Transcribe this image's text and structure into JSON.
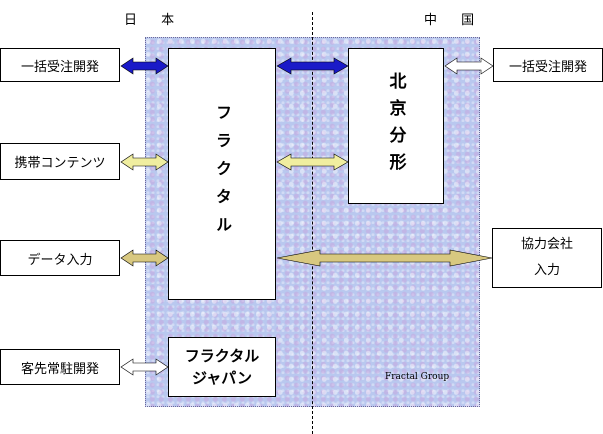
{
  "regions": {
    "left": "日 本",
    "right": "中 国"
  },
  "left_boxes": [
    {
      "id": "bulk-dev-left",
      "label": "一括受注開発"
    },
    {
      "id": "mobile-content",
      "label": "携帯コンテンツ"
    },
    {
      "id": "data-entry",
      "label": "データ入力"
    },
    {
      "id": "onsite-dev",
      "label": "客先常駐開発"
    }
  ],
  "center": {
    "fractal": "フラクタル",
    "beijing": "北京分形",
    "japan_line1": "フラクタル",
    "japan_line2": "ジャパン",
    "group_label": "Fractal Group"
  },
  "right_boxes": {
    "bulk_dev": "一括受注開発",
    "partner_line1": "協力会社",
    "partner_line2": "入力"
  },
  "colors": {
    "group_bg": "#b9c8ef",
    "arrow_blue": "#1a1ac8",
    "arrow_yellow": "#f0eea0",
    "arrow_tan": "#d8c880",
    "arrow_white": "#ffffff"
  }
}
